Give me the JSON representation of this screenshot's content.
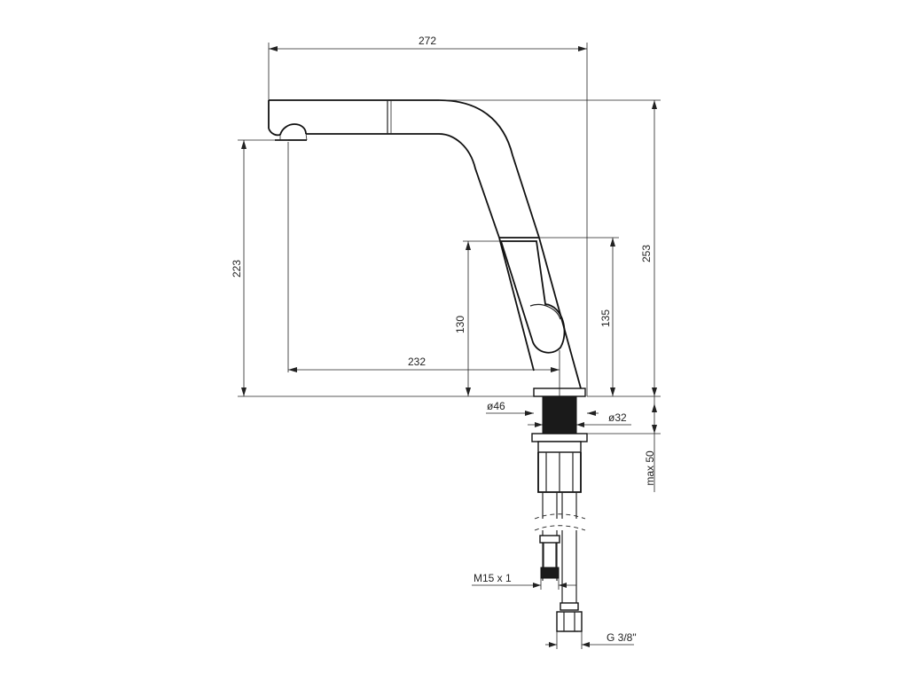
{
  "dimensions": {
    "overall_width": "272",
    "overall_height": "253",
    "spout_height": "223",
    "reach": "232",
    "lever_height_left": "130",
    "lever_height_right": "135",
    "base_diameter": "ø46",
    "shank_diameter": "ø32",
    "max_counter_thickness": "max 50",
    "thread_hose": "M15 x 1",
    "thread_connection": "G 3/8\""
  },
  "colors": {
    "line": "#222222",
    "shank_fill": "#1a1a1a",
    "background": "#ffffff"
  }
}
